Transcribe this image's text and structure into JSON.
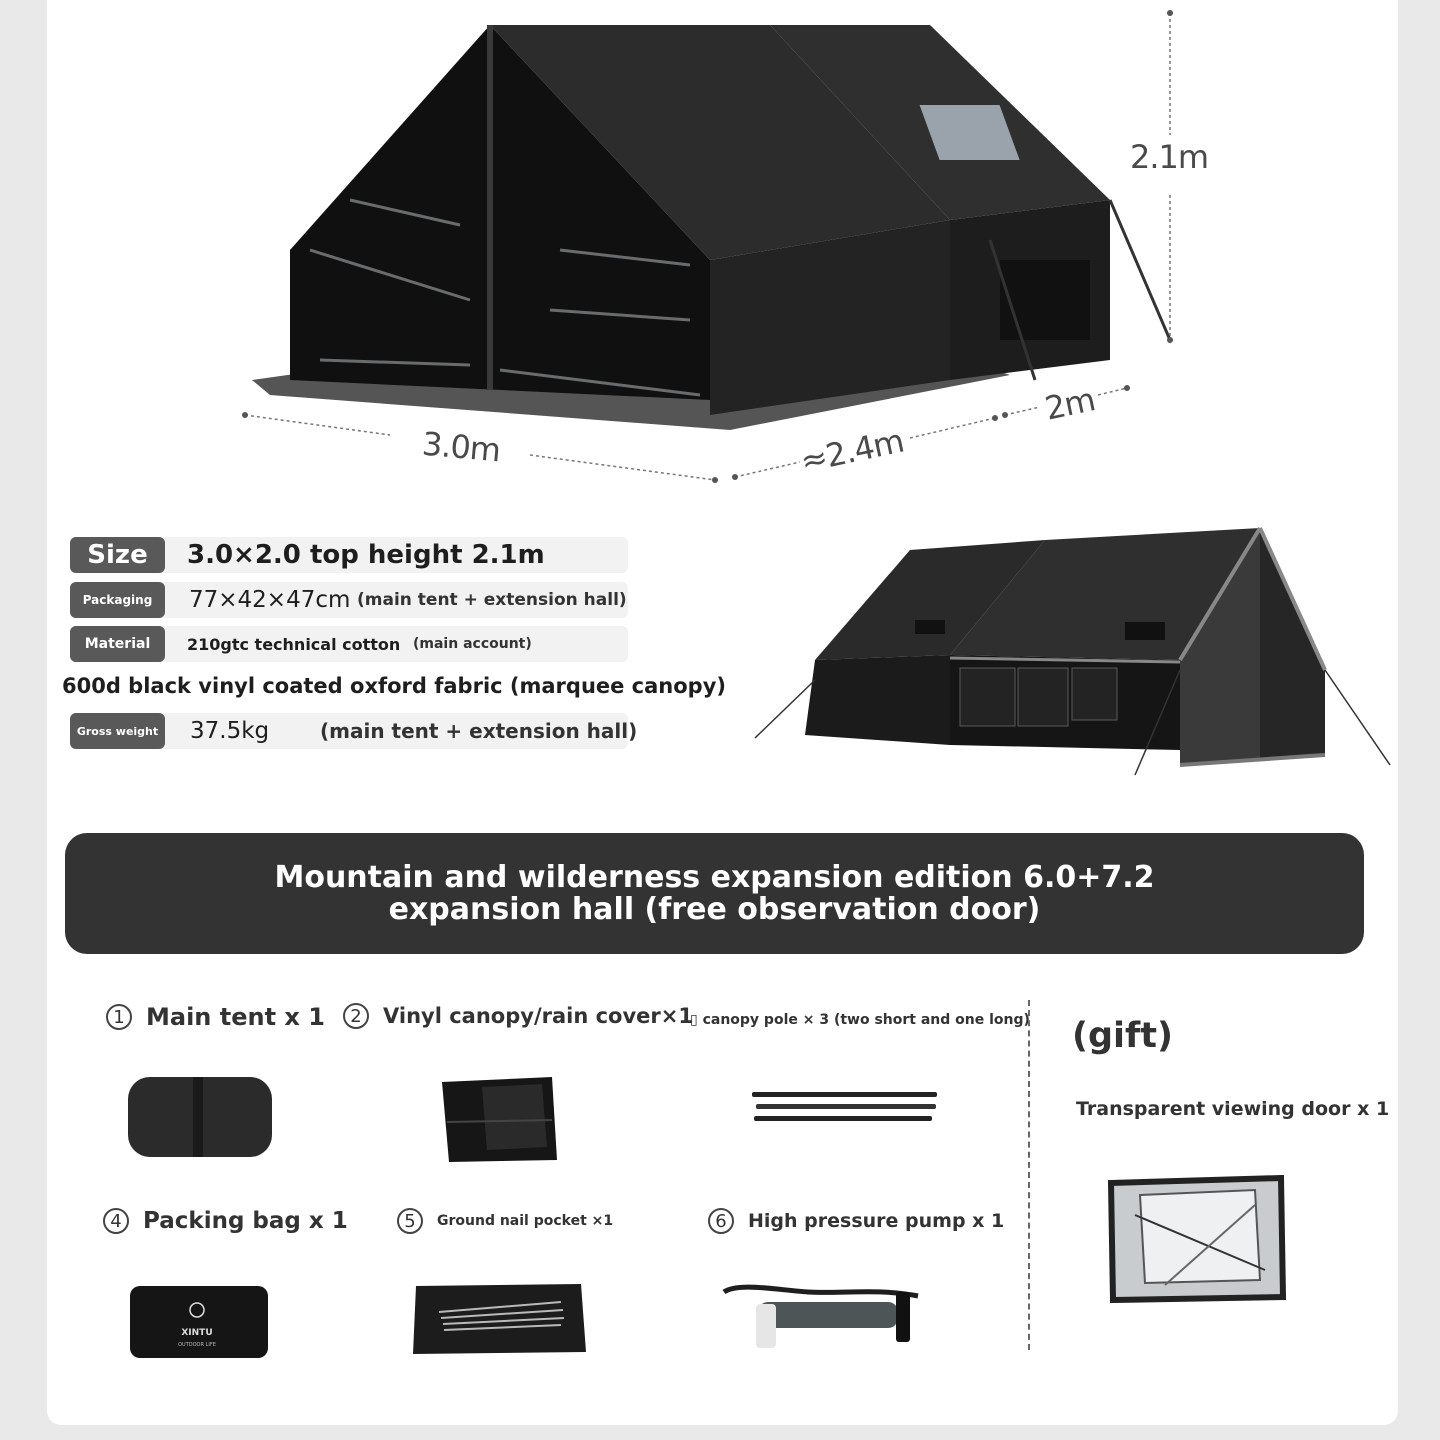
{
  "dimensions": {
    "height": "2.1m",
    "length": "3.0m",
    "width_main": "≈2.4m",
    "width_ext": "2m"
  },
  "specs": {
    "size": {
      "tag": "Size",
      "value": "3.0×2.0 top height 2.1m"
    },
    "packaging": {
      "tag": "Packaging",
      "value": "77×42×47cm",
      "note": "(main tent + extension hall)"
    },
    "material": {
      "tag": "Material",
      "value": "210gtc technical cotton",
      "note": "(main account)"
    },
    "material_extra": "600d black vinyl coated oxford fabric (marquee canopy)",
    "gross_weight": {
      "tag": "Gross weight",
      "value": "37.5kg",
      "note": "(main tent + extension hall)"
    }
  },
  "banner": "Mountain and wilderness expansion edition 6.0+7.2 expansion hall (free observation door)",
  "items": [
    {
      "num": "1",
      "label": "Main tent x 1"
    },
    {
      "num": "2",
      "label": "Vinyl canopy/rain cover×1"
    },
    {
      "num": "",
      "label": "▯ canopy pole × 3 (two short and one long)"
    },
    {
      "num": "4",
      "label": "Packing bag x 1"
    },
    {
      "num": "5",
      "label": "Ground nail pocket ×1"
    },
    {
      "num": "6",
      "label": "High pressure pump x 1"
    }
  ],
  "gift": {
    "title": "(gift)",
    "label": "Transparent viewing door x 1"
  },
  "bag_logo": {
    "brand": "XINTU",
    "tagline": "OUTDOOR LIFE"
  }
}
